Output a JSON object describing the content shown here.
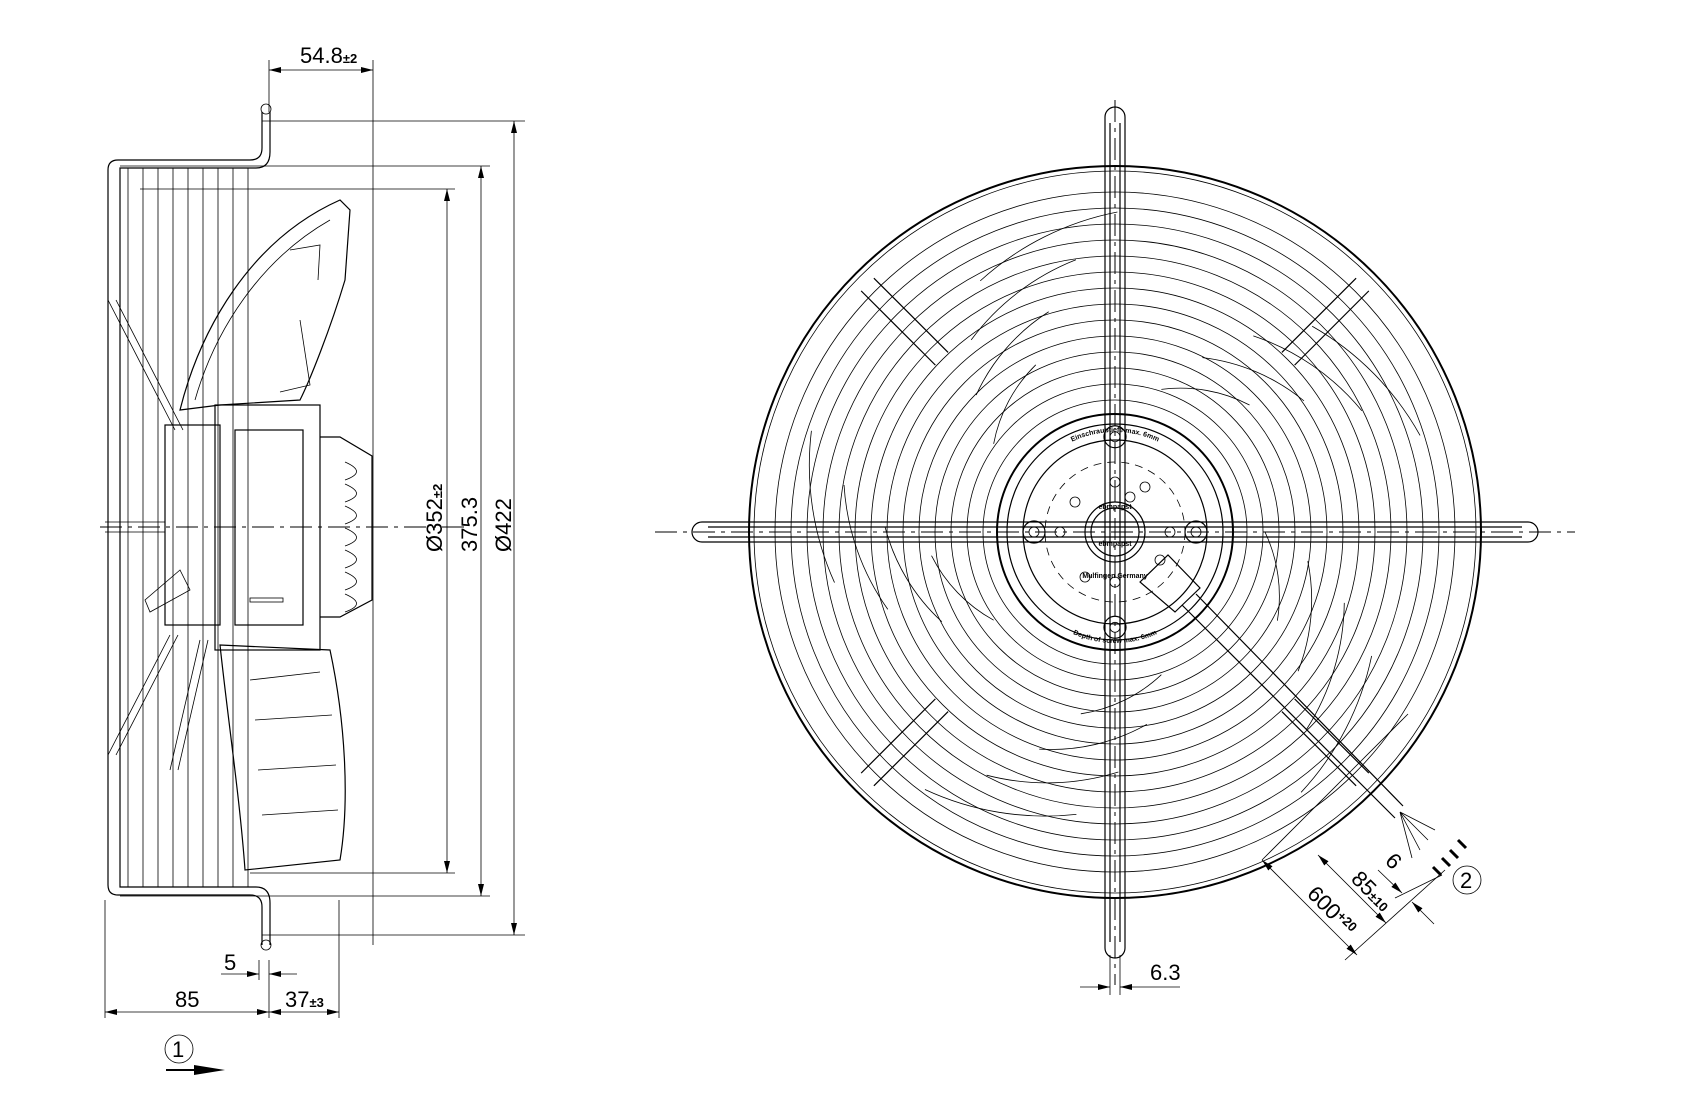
{
  "title": "Axial fan dimension drawing",
  "side_view": {
    "dims": {
      "top_depth": {
        "value": "54.8",
        "tol": "±2"
      },
      "dia_blade": {
        "value": "Ø352",
        "tol": "±2"
      },
      "dia_guard_ring": {
        "value": "375.3"
      },
      "dia_outer": {
        "value": "Ø422"
      },
      "flange_offset": {
        "value": "5"
      },
      "guard_depth": {
        "value": "85"
      },
      "motor_depth": {
        "value": "37",
        "tol": "±3"
      }
    },
    "callout_airflow": "1"
  },
  "front_view": {
    "dims": {
      "strut_width": {
        "value": "6.3"
      },
      "cable_strip": {
        "value": "6"
      },
      "cable_bare": {
        "value": "85",
        "tol": "±10"
      },
      "cable_length": {
        "value": "600",
        "tol": "+20"
      }
    },
    "callout_cable": "2",
    "hub_labels": [
      "ebmpapst",
      "Mulfingen Germany",
      "Einschraubtiefe max. 6mm",
      "Depth of screw max. 6mm"
    ]
  }
}
